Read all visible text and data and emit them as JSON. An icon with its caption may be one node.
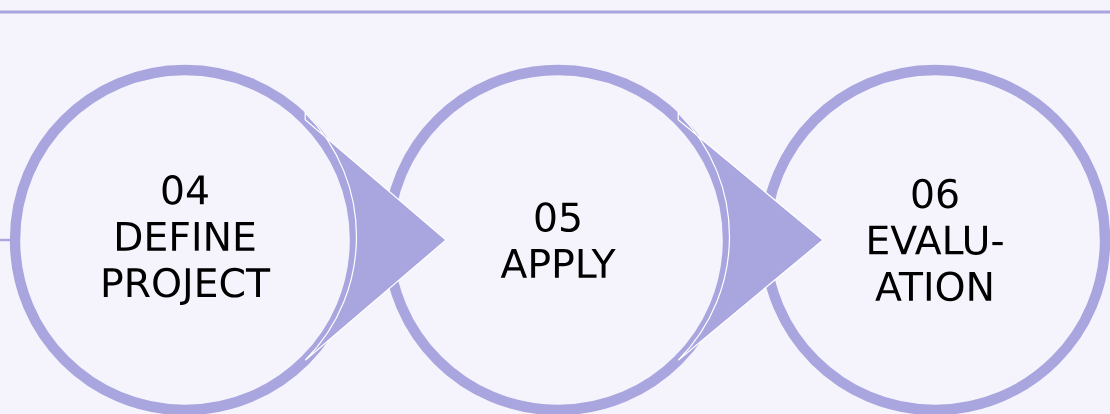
{
  "diagram": {
    "nodes": [
      {
        "text": [
          "04",
          "DEFINE PROJECT"
        ]
      },
      {
        "text": [
          "05",
          "APPLY"
        ]
      },
      {
        "text": [
          "06",
          "EVALU- ATION"
        ]
      }
    ],
    "edges": [
      {
        "from": null,
        "to": 0,
        "arrow": "none"
      },
      {
        "from": 0,
        "to": 1,
        "arrow": "to"
      },
      {
        "from": 1,
        "to": 2,
        "arrow": "to"
      }
    ]
  }
}
